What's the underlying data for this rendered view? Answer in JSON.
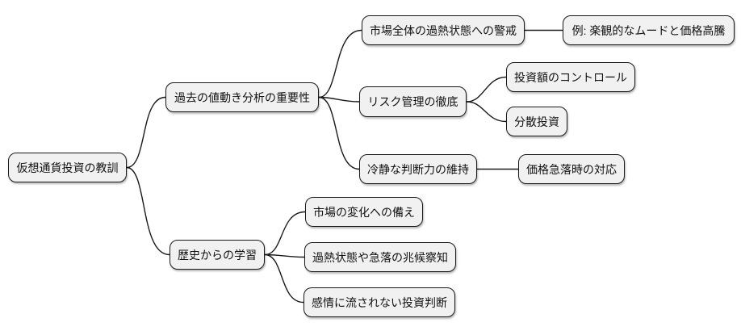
{
  "colors": {
    "background": "#ffffff",
    "node_fill": "#f1f1f1",
    "node_border": "#1a1a1a",
    "edge": "#1a1a1a"
  },
  "mindmap": {
    "type": "tree-diagram",
    "root": {
      "id": "root",
      "label": "仮想通貨投資の教訓",
      "children": [
        {
          "id": "past-analysis",
          "label": "過去の値動き分析の重要性",
          "children": [
            {
              "id": "market-overheat-alert",
              "label": "市場全体の過熱状態への警戒",
              "children": [
                {
                  "id": "example-optimism",
                  "label": "例: 楽観的なムードと価格高騰",
                  "children": []
                }
              ]
            },
            {
              "id": "risk-management",
              "label": "リスク管理の徹底",
              "children": [
                {
                  "id": "investment-amount-control",
                  "label": "投資額のコントロール",
                  "children": []
                },
                {
                  "id": "diversification",
                  "label": "分散投資",
                  "children": []
                }
              ]
            },
            {
              "id": "calm-judgment",
              "label": "冷静な判断力の維持",
              "children": [
                {
                  "id": "crash-response",
                  "label": "価格急落時の対応",
                  "children": []
                }
              ]
            }
          ]
        },
        {
          "id": "learn-from-history",
          "label": "歴史からの学習",
          "children": [
            {
              "id": "prepare-market-change",
              "label": "市場の変化への備え",
              "children": []
            },
            {
              "id": "detect-overheat-signs",
              "label": "過熱状態や急落の兆候察知",
              "children": []
            },
            {
              "id": "unemotional-decisions",
              "label": "感情に流されない投資判断",
              "children": []
            }
          ]
        }
      ]
    }
  }
}
